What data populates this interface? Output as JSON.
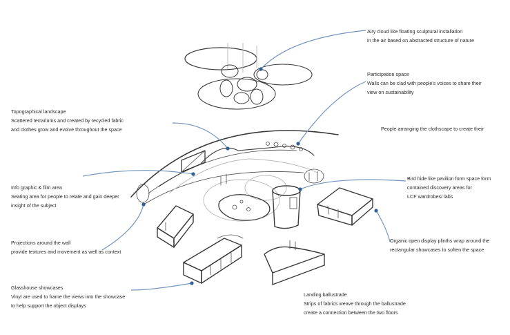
{
  "annotations": {
    "airy_cloud": {
      "line1": "Airy cloud like floating sculptural installation",
      "line2": "in the air based on abstracted structure of nature"
    },
    "participation": {
      "line1": "Participation space",
      "line2": "Walls can be clad with people's voices to share their",
      "line3": "view on sustainability"
    },
    "clothscape": {
      "line1": "People arranging the clothscape to create their"
    },
    "topographical": {
      "line1": "Topographical landscape",
      "line2": "Scattered terrariums and created by recycled fabric",
      "line3": "and clothes grow and evolve throughout the space"
    },
    "infographic": {
      "line1": "Info graphic & film area",
      "line2": "Seating area for people to relate and gain deeper",
      "line3": "insight of the subject"
    },
    "bird_hide": {
      "line1": "Bird hide like pavilion form space form",
      "line2": "contained discovery areas for",
      "line3": "LCF wardrobes/ labs"
    },
    "projections": {
      "line1": "Projections around the wall",
      "line2": "provide textures and movement as well as context"
    },
    "organic_plinths": {
      "line1": "Organic open display plinths wrap around the",
      "line2": "rectangular showcases to soften the space"
    },
    "glasshouse": {
      "line1": "Glasshouse showcases",
      "line2": "Vinyl are used to frame the views into the showcase",
      "line3": "to help support the object displays"
    },
    "ballustrade": {
      "line1": "Landing ballustrade",
      "line2": "Strips of fabrics weave through the ballustrade",
      "line3": "create a connection between the two floors"
    }
  },
  "colors": {
    "leader_line": "#6f93bd",
    "leader_dot": "#2f5f96",
    "sketch": "#3a3a3a",
    "text": "#2b2b2b"
  }
}
